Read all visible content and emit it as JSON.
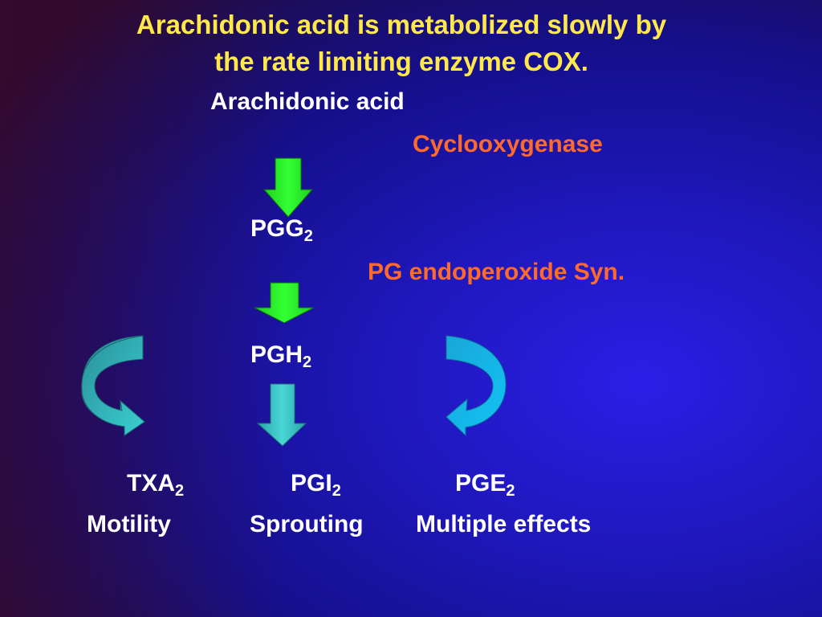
{
  "slide": {
    "title_line1": "Arachidonic acid is metabolized slowly by",
    "title_line2": "the rate limiting enzyme COX.",
    "substrate": "Arachidonic acid",
    "enzyme1": "Cyclooxygenase",
    "intermediate1": {
      "base": "PGG",
      "sub": "2"
    },
    "enzyme2": "PG endoperoxide Syn.",
    "intermediate2": {
      "base": "PGH",
      "sub": "2"
    },
    "products": [
      {
        "base": "TXA",
        "sub": "2",
        "effect": "Motility"
      },
      {
        "base": "PGI",
        "sub": "2",
        "effect": "Sprouting"
      },
      {
        "base": "PGE",
        "sub": "2",
        "effect": "Multiple effects"
      }
    ],
    "colors": {
      "title": "#ffe94a",
      "enzyme": "#ff6a2b",
      "green_arrow": "#22ff22",
      "teal_arrow": "#3cc8c8",
      "cyan_arrow": "#12bff0"
    }
  }
}
